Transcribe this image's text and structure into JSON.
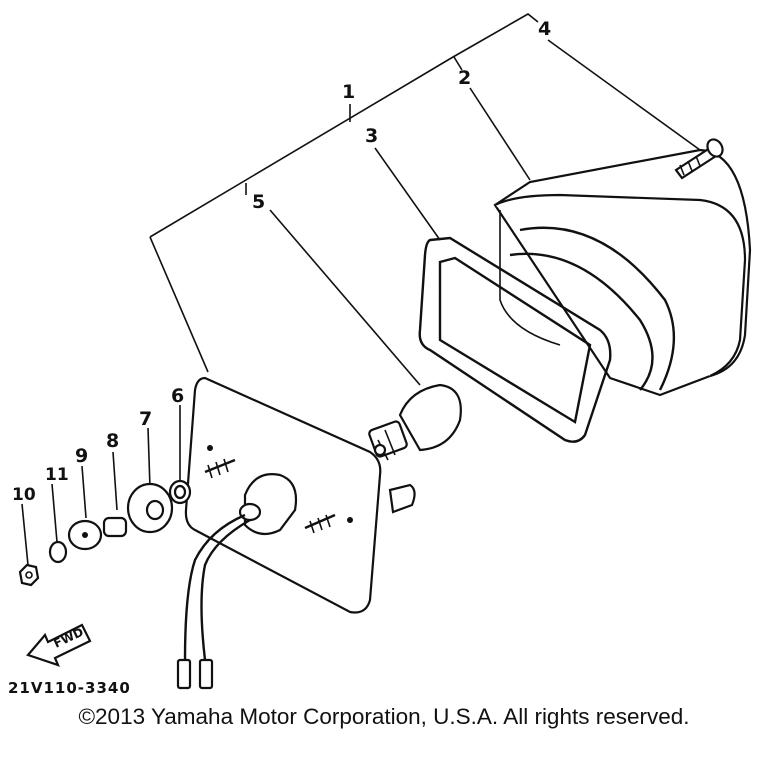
{
  "diagram": {
    "part_numbers": {
      "p1": "1",
      "p2": "2",
      "p3": "3",
      "p4": "4",
      "p5": "5",
      "p6": "6",
      "p7": "7",
      "p8": "8",
      "p9": "9",
      "p10": "10",
      "p11": "11"
    },
    "fwd_label": "FWD",
    "drawing_code": "21V110-3340"
  },
  "footer": {
    "copyright": "©2013 Yamaha Motor Corporation, U.S.A. All rights reserved."
  }
}
